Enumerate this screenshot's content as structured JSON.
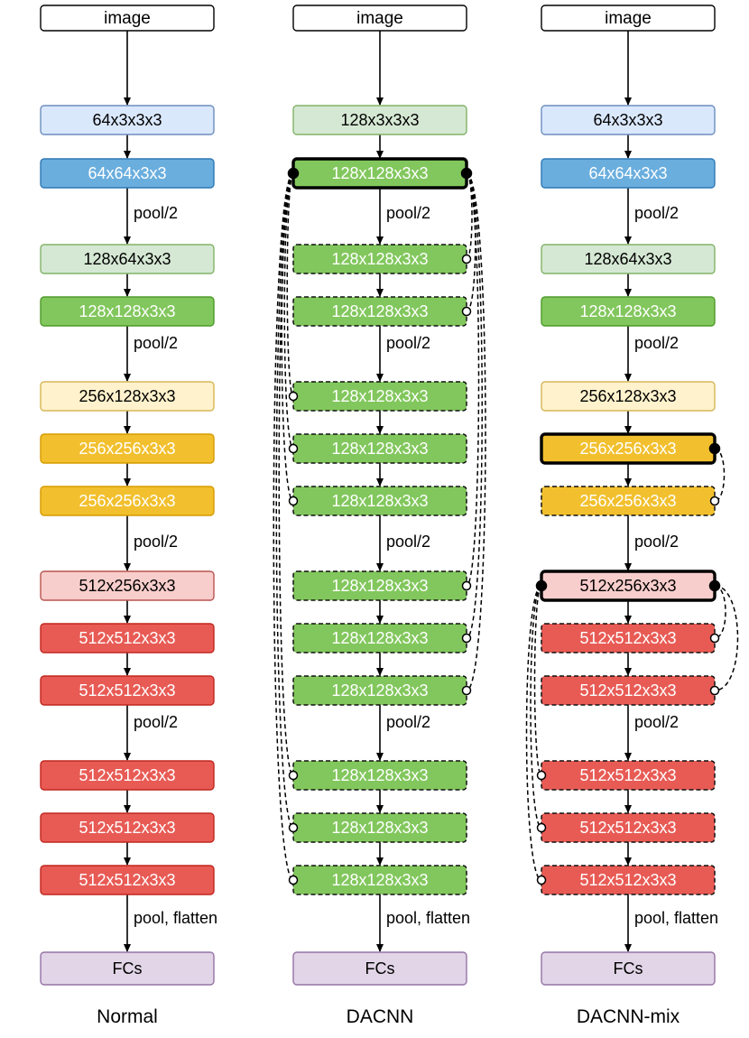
{
  "columns": [
    {
      "caption": "Normal",
      "input": "image",
      "layers": [
        {
          "label": "64x3x3x3",
          "color": "light-blue"
        },
        {
          "label": "64x64x3x3",
          "color": "blue"
        },
        {
          "label": "128x64x3x3",
          "color": "light-green"
        },
        {
          "label": "128x128x3x3",
          "color": "green"
        },
        {
          "label": "256x128x3x3",
          "color": "light-yellow"
        },
        {
          "label": "256x256x3x3",
          "color": "yellow"
        },
        {
          "label": "256x256x3x3",
          "color": "yellow"
        },
        {
          "label": "512x256x3x3",
          "color": "light-red"
        },
        {
          "label": "512x512x3x3",
          "color": "red"
        },
        {
          "label": "512x512x3x3",
          "color": "red"
        },
        {
          "label": "512x512x3x3",
          "color": "red"
        },
        {
          "label": "512x512x3x3",
          "color": "red"
        },
        {
          "label": "512x512x3x3",
          "color": "red"
        }
      ],
      "transitions": [
        "pool/2",
        "pool/2",
        "pool/2",
        "pool/2",
        "pool, flatten"
      ],
      "output": "FCs"
    },
    {
      "caption": "DACNN",
      "input": "image",
      "layers": [
        {
          "label": "128x3x3x3",
          "color": "light-green"
        },
        {
          "label": "128x128x3x3",
          "color": "green",
          "style": "bold"
        },
        {
          "label": "128x128x3x3",
          "color": "green",
          "style": "dashed"
        },
        {
          "label": "128x128x3x3",
          "color": "green",
          "style": "dashed"
        },
        {
          "label": "128x128x3x3",
          "color": "green",
          "style": "dashed"
        },
        {
          "label": "128x128x3x3",
          "color": "green",
          "style": "dashed"
        },
        {
          "label": "128x128x3x3",
          "color": "green",
          "style": "dashed"
        },
        {
          "label": "128x128x3x3",
          "color": "green",
          "style": "dashed"
        },
        {
          "label": "128x128x3x3",
          "color": "green",
          "style": "dashed"
        },
        {
          "label": "128x128x3x3",
          "color": "green",
          "style": "dashed"
        },
        {
          "label": "128x128x3x3",
          "color": "green",
          "style": "dashed"
        },
        {
          "label": "128x128x3x3",
          "color": "green",
          "style": "dashed"
        },
        {
          "label": "128x128x3x3",
          "color": "green",
          "style": "dashed"
        }
      ],
      "transitions": [
        "pool/2",
        "pool/2",
        "pool/2",
        "pool/2",
        "pool, flatten"
      ],
      "output": "FCs"
    },
    {
      "caption": "DACNN-mix",
      "input": "image",
      "layers": [
        {
          "label": "64x3x3x3",
          "color": "light-blue"
        },
        {
          "label": "64x64x3x3",
          "color": "blue"
        },
        {
          "label": "128x64x3x3",
          "color": "light-green"
        },
        {
          "label": "128x128x3x3",
          "color": "green"
        },
        {
          "label": "256x128x3x3",
          "color": "light-yellow"
        },
        {
          "label": "256x256x3x3",
          "color": "yellow",
          "style": "bold"
        },
        {
          "label": "256x256x3x3",
          "color": "yellow",
          "style": "dashed"
        },
        {
          "label": "512x256x3x3",
          "color": "light-red",
          "style": "bold"
        },
        {
          "label": "512x512x3x3",
          "color": "red",
          "style": "dashed"
        },
        {
          "label": "512x512x3x3",
          "color": "red",
          "style": "dashed"
        },
        {
          "label": "512x512x3x3",
          "color": "red",
          "style": "dashed"
        },
        {
          "label": "512x512x3x3",
          "color": "red",
          "style": "dashed"
        },
        {
          "label": "512x512x3x3",
          "color": "red",
          "style": "dashed"
        }
      ],
      "transitions": [
        "pool/2",
        "pool/2",
        "pool/2",
        "pool/2",
        "pool, flatten"
      ],
      "output": "FCs"
    }
  ],
  "palette": {
    "light-blue": {
      "fill": "#dae8fc",
      "stroke": "#6c8ebf",
      "text": "#000000"
    },
    "blue": {
      "fill": "#6aaede",
      "stroke": "#2f78b4",
      "text": "#ffffff"
    },
    "light-green": {
      "fill": "#d5e8d4",
      "stroke": "#82b366",
      "text": "#000000"
    },
    "green": {
      "fill": "#82c75d",
      "stroke": "#4e9a2a",
      "text": "#ffffff"
    },
    "light-yellow": {
      "fill": "#fff2cc",
      "stroke": "#d6b656",
      "text": "#000000"
    },
    "yellow": {
      "fill": "#f2c02e",
      "stroke": "#d69b00",
      "text": "#ffffff"
    },
    "light-red": {
      "fill": "#f8cecc",
      "stroke": "#b85450",
      "text": "#000000"
    },
    "red": {
      "fill": "#e85b55",
      "stroke": "#c0271f",
      "text": "#ffffff"
    },
    "purple": {
      "fill": "#e1d5e7",
      "stroke": "#9673a6",
      "text": "#000000"
    },
    "input": {
      "fill": "#ffffff",
      "stroke": "#000000",
      "text": "#000000"
    }
  }
}
